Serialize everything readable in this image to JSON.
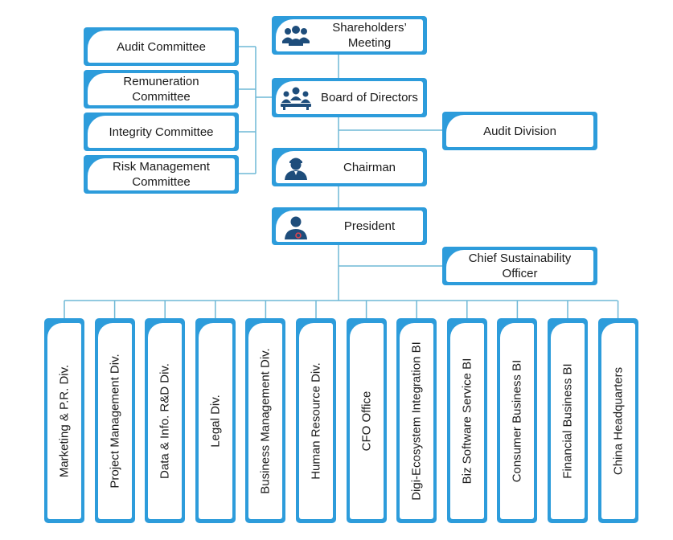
{
  "colors": {
    "box": "#2d9cdb",
    "line": "#6fb8d6",
    "icon": "#1e4d7b",
    "accent": "#d64550"
  },
  "top": {
    "shareholders": {
      "label": "Shareholders’ Meeting",
      "icon": "people-group-icon"
    },
    "board": {
      "label": "Board of Directors",
      "icon": "board-meeting-icon"
    },
    "chairman": {
      "label": "Chairman",
      "icon": "chairman-icon"
    },
    "president": {
      "label": "President",
      "icon": "president-icon"
    }
  },
  "committees": [
    {
      "label": "Audit Committee"
    },
    {
      "label": "Remuneration Committee"
    },
    {
      "label": "Integrity Committee"
    },
    {
      "label": "Risk Management Committee"
    }
  ],
  "side": {
    "audit_division": "Audit Division",
    "cso": "Chief Sustainability Officer"
  },
  "divisions": [
    "Marketing & P.R. Div.",
    "Project Management Div.",
    "Data & Info. R&D Div.",
    "Legal Div.",
    "Business Management Div.",
    "Human Resource Div.",
    "CFO Office",
    "Digi-Ecosystem Integration BI",
    "Biz Software Service BI",
    "Consumer Business BI",
    "Financial Business BI",
    "China Headquarters"
  ]
}
